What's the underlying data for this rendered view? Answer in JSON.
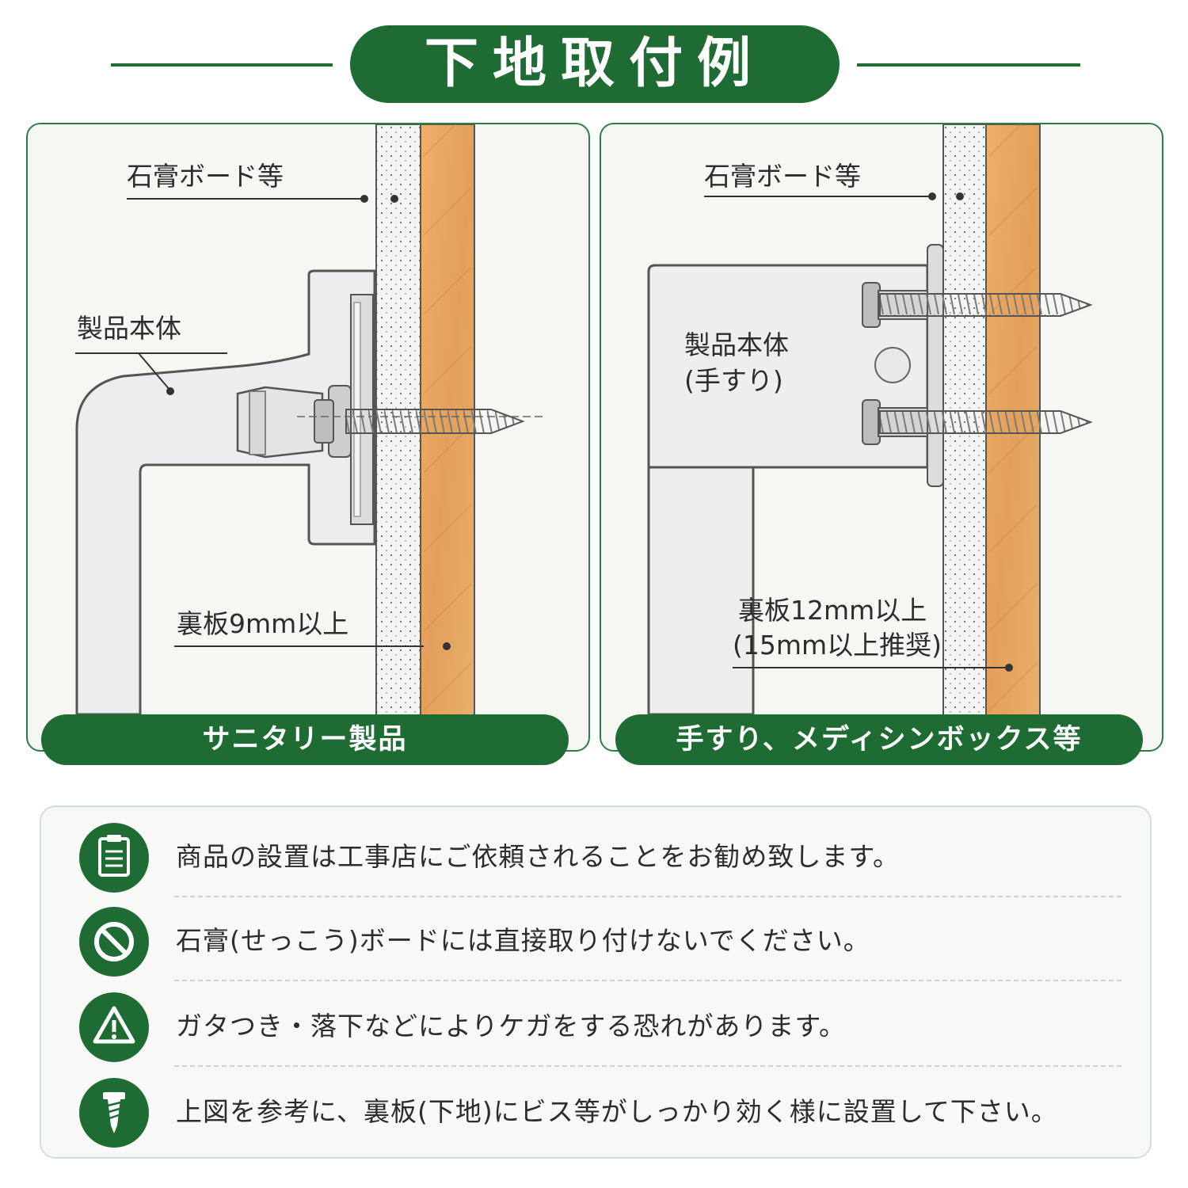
{
  "title": "下地取付例",
  "colors": {
    "brand_green": "#1e6b34",
    "wood": "#e7a55d",
    "board": "#f4f4f2"
  },
  "panels": [
    {
      "gypsum_label": "石膏ボード等",
      "product_label": "製品本体",
      "backing_label": "裏板9mm以上",
      "caption": "サニタリー製品"
    },
    {
      "gypsum_label": "石膏ボード等",
      "product_label_line1": "製品本体",
      "product_label_line2": "(手すり)",
      "backing_label_line1": "裏板12mm以上",
      "backing_label_line2": "(15mm以上推奨)",
      "caption": "手すり、メディシンボックス等"
    }
  ],
  "notes": [
    {
      "icon": "clipboard-icon",
      "text": "商品の設置は工事店にご依頼されることをお勧め致します。"
    },
    {
      "icon": "prohibited-icon",
      "text": "石膏(せっこう)ボードには直接取り付けないでください。"
    },
    {
      "icon": "warning-icon",
      "text": "ガタつき・落下などによりケガをする恐れがあります。"
    },
    {
      "icon": "screw-icon",
      "text": "上図を参考に、裏板(下地)にビス等がしっかり効く様に設置して下さい。"
    }
  ]
}
